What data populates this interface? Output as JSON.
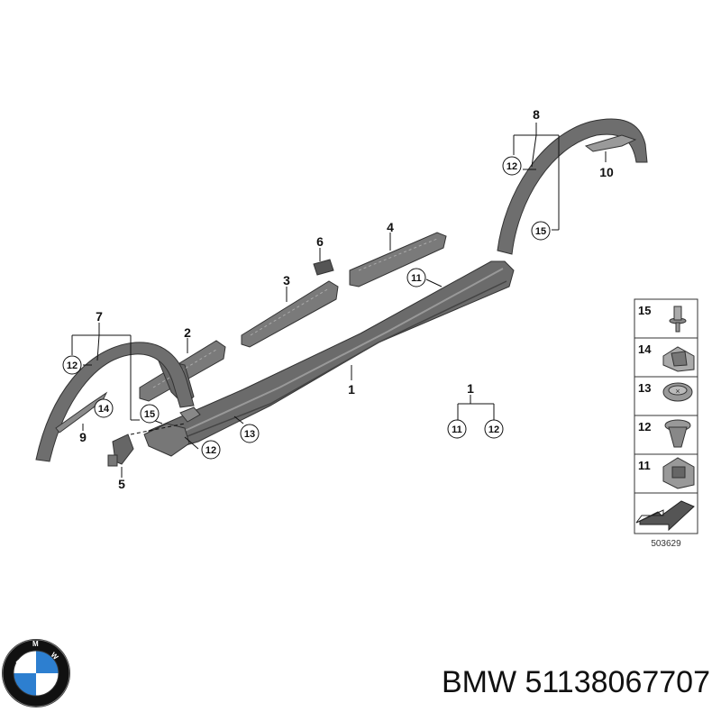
{
  "callouts": {
    "p1": "1",
    "p1b": "1",
    "p2": "2",
    "p3": "3",
    "p4": "4",
    "p5": "5",
    "p6": "6",
    "p7": "7",
    "p8": "8",
    "p9": "9",
    "p10": "10",
    "c11a": "11",
    "c11b": "11",
    "c12a": "12",
    "c12b": "12",
    "c12c": "12",
    "c12d": "12",
    "c13": "13",
    "c14": "14",
    "c15a": "15",
    "c15b": "15"
  },
  "legend": {
    "items": [
      "15",
      "14",
      "13",
      "12",
      "11"
    ],
    "code": "503629"
  },
  "brand": {
    "name": "BMW",
    "part_number": "51138067707",
    "logo_letters": "BMW",
    "colors": {
      "blue": "#2d7fd0",
      "ring": "#111111",
      "white": "#ffffff"
    }
  }
}
